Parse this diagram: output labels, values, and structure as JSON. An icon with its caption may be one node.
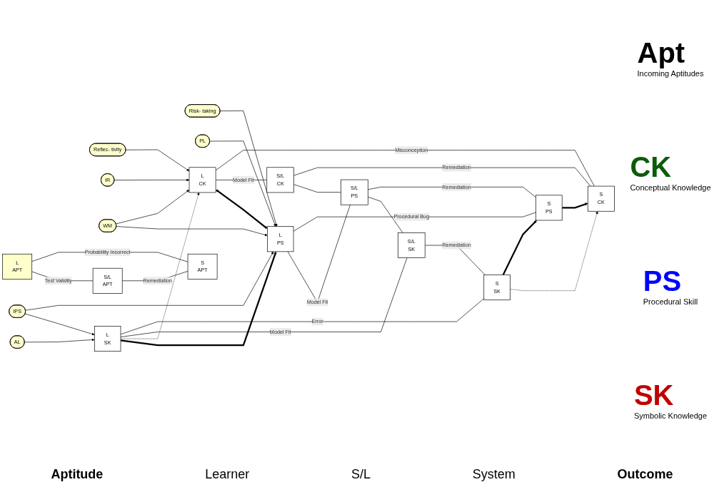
{
  "diagram": {
    "nodes": [
      {
        "text": [
          "L",
          "APT"
        ]
      },
      {
        "text": [
          "S",
          "APT"
        ]
      },
      {
        "text": [
          "S/L",
          "APT"
        ]
      },
      {
        "text": [
          "Reflec- tivity"
        ]
      },
      {
        "text": [
          "IR"
        ]
      },
      {
        "text": [
          "L",
          "CK"
        ]
      },
      {
        "text": [
          "S",
          "CK"
        ]
      },
      {
        "text": [
          "S/L",
          "CK"
        ]
      },
      {
        "text": [
          "WM"
        ]
      },
      {
        "text": [
          "Risk- taking"
        ]
      },
      {
        "text": [
          "L",
          "PS"
        ]
      },
      {
        "text": [
          "S",
          "PS"
        ]
      },
      {
        "text": [
          "PL"
        ]
      },
      {
        "text": [
          "S/L",
          "PS"
        ]
      },
      {
        "text": [
          "IPS"
        ]
      },
      {
        "text": [
          "AL"
        ]
      },
      {
        "text": [
          "L",
          "SK"
        ]
      },
      {
        "text": [
          "S",
          "SK"
        ]
      },
      {
        "text": [
          "S/L",
          "SK"
        ]
      }
    ],
    "edges": [
      {
        "from": 0,
        "to": 1,
        "arrow": "none",
        "label": "Probability Incorrect"
      },
      {
        "from": 0,
        "to": 2,
        "arrow": "none",
        "label": "Test Validity"
      },
      {
        "from": 2,
        "to": 1,
        "arrow": "none",
        "label": "Remediation"
      },
      {
        "from": 3,
        "to": 5,
        "arrow": "to"
      },
      {
        "from": 4,
        "to": 5,
        "arrow": "to"
      },
      {
        "from": 8,
        "to": 5,
        "arrow": "to"
      },
      {
        "from": 8,
        "to": 10,
        "arrow": "to"
      },
      {
        "from": 9,
        "to": 10,
        "arrow": "to"
      },
      {
        "from": 12,
        "to": 10,
        "arrow": "to"
      },
      {
        "from": 14,
        "to": 10,
        "arrow": "to"
      },
      {
        "from": 14,
        "to": 16,
        "arrow": "to"
      },
      {
        "from": 15,
        "to": 16,
        "arrow": "to"
      },
      {
        "from": 5,
        "to": 6,
        "arrow": "none",
        "label": "Misconception"
      },
      {
        "from": 5,
        "to": 7,
        "arrow": "none",
        "label": "Model Fit"
      },
      {
        "from": 7,
        "to": 6,
        "arrow": "none",
        "label": "Remediation"
      },
      {
        "from": 10,
        "to": 11,
        "arrow": "none",
        "label": "Procedural Bug"
      },
      {
        "from": 10,
        "to": 13,
        "arrow": "none",
        "label": "Model Fit"
      },
      {
        "from": 13,
        "to": 11,
        "arrow": "none",
        "label": "Remediation"
      },
      {
        "from": 16,
        "to": 17,
        "arrow": "none",
        "label": "Error"
      },
      {
        "from": 16,
        "to": 18,
        "arrow": "none",
        "label": "Model Fit"
      },
      {
        "from": 18,
        "to": 17,
        "arrow": "none",
        "label": "Remediation"
      },
      {
        "from": 5,
        "to": 10,
        "arrow": "both",
        "style": "thick"
      },
      {
        "from": 16,
        "to": 5,
        "arrow": "to",
        "style": "dashed"
      },
      {
        "from": 16,
        "to": 10,
        "arrow": "to",
        "style": "thick"
      },
      {
        "from": 17,
        "to": 11,
        "arrow": "to",
        "style": "thick"
      },
      {
        "from": 11,
        "to": 6,
        "arrow": "to",
        "style": "thick"
      },
      {
        "from": 17,
        "to": 6,
        "arrow": "to",
        "style": "dashed"
      },
      {
        "from": 7,
        "to": 13,
        "arrow": "none"
      },
      {
        "from": 13,
        "to": 18,
        "arrow": "none"
      }
    ],
    "labels": [
      "Apt",
      "Incoming Aptitudes",
      "CK",
      "Conceptual Knowledge",
      "PS",
      "Procedural Skill",
      "SK",
      "Symbolic Knowledge",
      "Aptitude",
      "Learner",
      "S/L",
      "System",
      "Outcome"
    ]
  }
}
